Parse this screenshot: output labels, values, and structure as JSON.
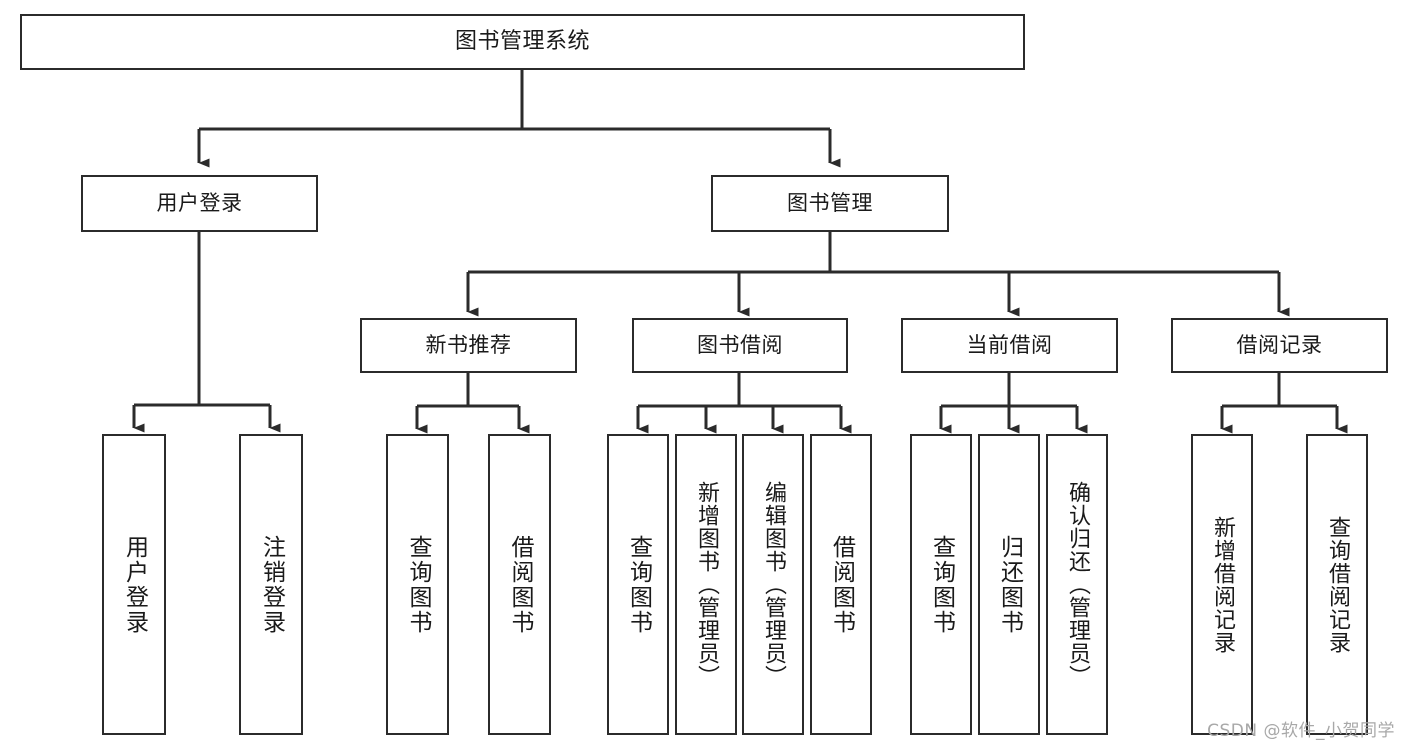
{
  "diagram": {
    "title": "图书管理系统",
    "type": "functional-structure-tree",
    "watermark": "CSDN @软件_小贺同学",
    "colors": {
      "background": "#ffffff",
      "box_border": "#2b2b2b",
      "connector": "#2b2b2b",
      "text": "#1a1a1a",
      "watermark": "#a8a8a8"
    },
    "levels": {
      "root": {
        "label": "图书管理系统",
        "orientation": "horizontal"
      },
      "level2": [
        {
          "id": "user-login",
          "label": "用户登录",
          "orientation": "horizontal"
        },
        {
          "id": "book-management",
          "label": "图书管理",
          "orientation": "horizontal"
        }
      ],
      "level3": [
        {
          "id": "new-book-recommend",
          "label": "新书推荐",
          "orientation": "horizontal",
          "parent": "book-management"
        },
        {
          "id": "book-borrow",
          "label": "图书借阅",
          "orientation": "horizontal",
          "parent": "book-management"
        },
        {
          "id": "current-borrow",
          "label": "当前借阅",
          "orientation": "horizontal",
          "parent": "book-management"
        },
        {
          "id": "borrow-record",
          "label": "借阅记录",
          "orientation": "horizontal",
          "parent": "book-management"
        }
      ],
      "leaves": [
        {
          "id": "leaf-user-login",
          "label": "用户登录",
          "orientation": "vertical",
          "parent": "user-login"
        },
        {
          "id": "leaf-user-logout",
          "label": "注销登录",
          "orientation": "vertical",
          "parent": "user-login"
        },
        {
          "id": "leaf-query-book-1",
          "label": "查询图书",
          "orientation": "vertical",
          "parent": "new-book-recommend"
        },
        {
          "id": "leaf-borrow-book-1",
          "label": "借阅图书",
          "orientation": "vertical",
          "parent": "new-book-recommend"
        },
        {
          "id": "leaf-query-book-2",
          "label": "查询图书",
          "orientation": "vertical",
          "parent": "book-borrow"
        },
        {
          "id": "leaf-add-book",
          "label": "新增图书（管理员）",
          "orientation": "vertical",
          "parent": "book-borrow"
        },
        {
          "id": "leaf-edit-book",
          "label": "编辑图书（管理员）",
          "orientation": "vertical",
          "parent": "book-borrow"
        },
        {
          "id": "leaf-borrow-book-2",
          "label": "借阅图书",
          "orientation": "vertical",
          "parent": "book-borrow"
        },
        {
          "id": "leaf-query-book-3",
          "label": "查询图书",
          "orientation": "vertical",
          "parent": "current-borrow"
        },
        {
          "id": "leaf-return-book",
          "label": "归还图书",
          "orientation": "vertical",
          "parent": "current-borrow"
        },
        {
          "id": "leaf-confirm-return",
          "label": "确认归还（管理员）",
          "orientation": "vertical",
          "parent": "current-borrow"
        },
        {
          "id": "leaf-add-record",
          "label": "新增借阅记录",
          "orientation": "vertical",
          "parent": "borrow-record"
        },
        {
          "id": "leaf-query-record",
          "label": "查询借阅记录",
          "orientation": "vertical",
          "parent": "borrow-record"
        }
      ]
    }
  }
}
